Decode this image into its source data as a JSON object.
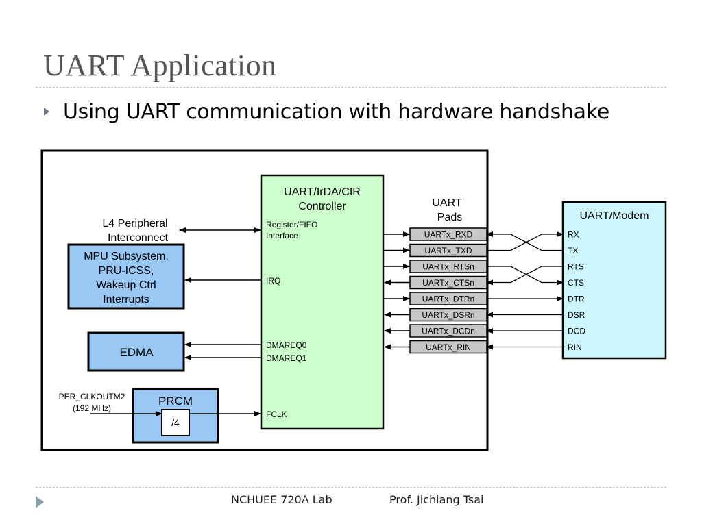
{
  "slide": {
    "title": "UART Application",
    "bullet": "Using UART communication with hardware handshake"
  },
  "diagram": {
    "l4_label_line1": "L4 Peripheral",
    "l4_label_line2": "Interconnect",
    "mpu_block": [
      "MPU Subsystem,",
      "PRU-ICSS,",
      "Wakeup Ctrl",
      "Interrupts"
    ],
    "edma_block": "EDMA",
    "prcm_block": "PRCM",
    "prcm_divider": "/4",
    "clock_input_line1": "PER_CLKOUTM2",
    "clock_input_line2": "(192 MHz)",
    "controller_title_line1": "UART/IrDA/CIR",
    "controller_title_line2": "Controller",
    "controller_ports": {
      "register_line1": "Register/FIFO",
      "register_line2": "Interface",
      "irq": "IRQ",
      "dmareq0": "DMAREQ0",
      "dmareq1": "DMAREQ1",
      "fclk": "FCLK"
    },
    "pads_title_line1": "UART",
    "pads_title_line2": "Pads",
    "pads": [
      "UARTx_RXD",
      "UARTx_TXD",
      "UARTx_RTSn",
      "UARTx_CTSn",
      "UARTx_DTRn",
      "UARTx_DSRn",
      "UARTx_DCDn",
      "UARTx_RIN"
    ],
    "modem_title": "UART/Modem",
    "modem_pins": [
      "RX",
      "TX",
      "RTS",
      "CTS",
      "DTR",
      "DSR",
      "DCD",
      "RIN"
    ],
    "colors": {
      "blue_block": "#99c8f5",
      "controller": "#ccffcc",
      "modem": "#ccf6fb",
      "pad": "#c7c7c7"
    }
  },
  "footer": {
    "lab": "NCHUEE 720A Lab",
    "professor": "Prof. Jichiang Tsai"
  }
}
